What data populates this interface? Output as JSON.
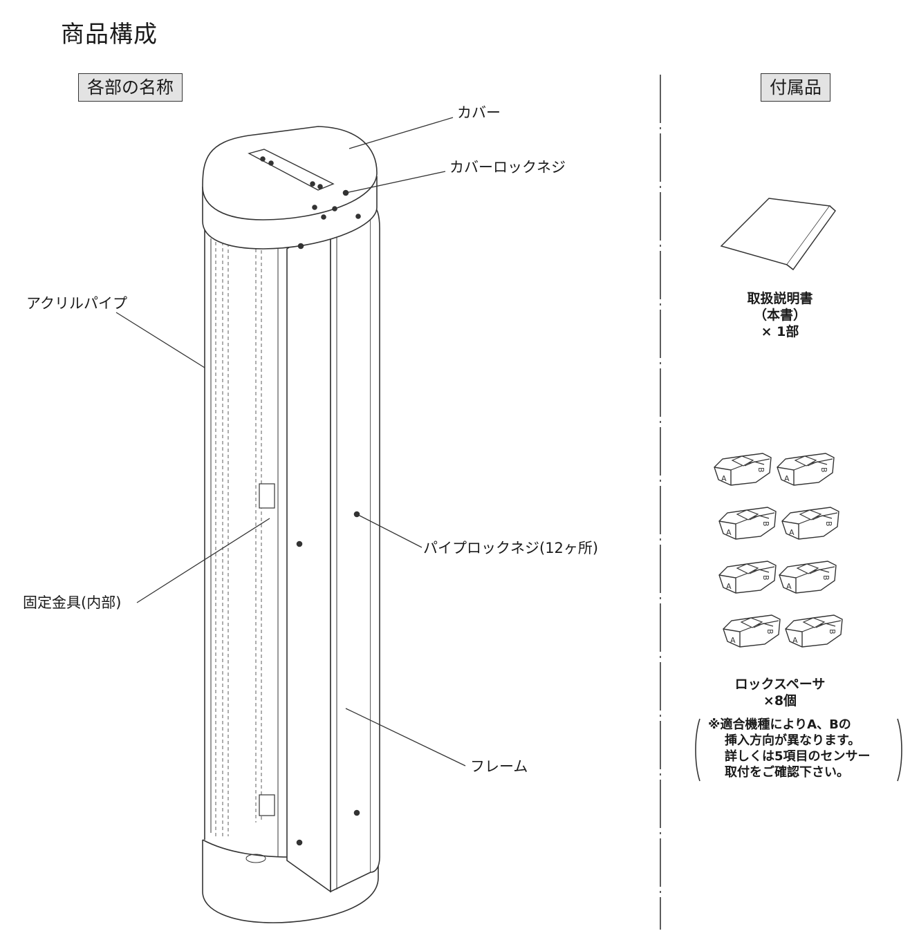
{
  "title": "商品構成",
  "sections": {
    "parts": "各部の名称",
    "accessories": "付属品"
  },
  "callouts": {
    "cover": "カバー",
    "cover_lock_screw": "カバーロックネジ",
    "acrylic_pipe": "アクリルパイプ",
    "pipe_lock_screw": "パイプロックネジ(12ヶ所)",
    "fixing_bracket": "固定金具(内部)",
    "frame": "フレーム"
  },
  "accessories": {
    "manual": {
      "name": "取扱説明書",
      "sub": "（本書）",
      "qty": "× 1部"
    },
    "spacer": {
      "name": "ロックスペーサ",
      "qty": "×8個",
      "letter_a": "A",
      "letter_b": "B",
      "note": [
        "※適合機種によりA、Bの",
        "挿入方向が異なります。",
        "詳しくは5項目のセンサー",
        "取付をご確認下さい。"
      ]
    }
  }
}
